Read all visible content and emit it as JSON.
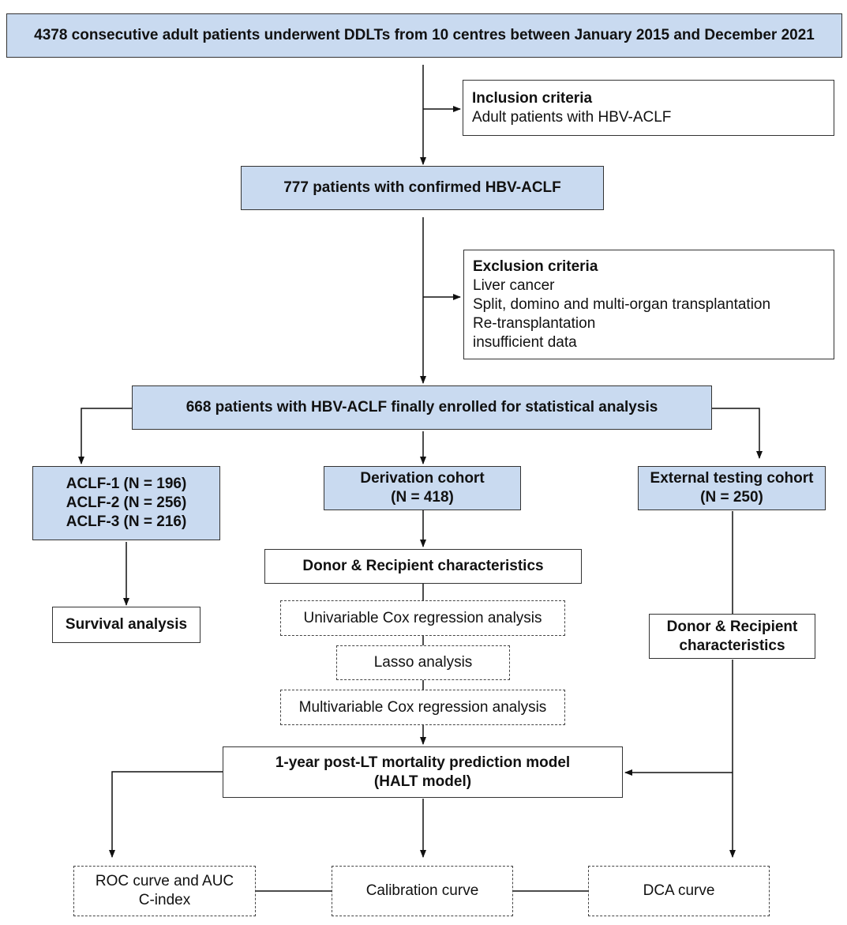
{
  "top": "4378 consecutive adult patients underwent DDLTs from 10 centres between January 2015 and December 2021",
  "inclusion": {
    "title": "Inclusion criteria",
    "items": [
      "Adult patients with HBV-ACLF"
    ]
  },
  "confirmed": "777 patients with confirmed HBV-ACLF",
  "exclusion": {
    "title": "Exclusion criteria",
    "items": [
      "Liver cancer",
      "Split, domino and multi-organ transplantation",
      "Re-transplantation",
      "insufficient data"
    ]
  },
  "enrolled": "668 patients with HBV-ACLF finally enrolled for statistical analysis",
  "aclf": [
    "ACLF-1 (N = 196)",
    "ACLF-2 (N = 256)",
    "ACLF-3 (N = 216)"
  ],
  "derivation": [
    "Derivation cohort",
    "(N = 418)"
  ],
  "external": [
    "External testing cohort",
    "(N = 250)"
  ],
  "survival": "Survival analysis",
  "donor_recipient": "Donor & Recipient characteristics",
  "donor_recipient_ext": [
    "Donor & Recipient",
    "characteristics"
  ],
  "univariable": "Univariable Cox regression analysis",
  "lasso": "Lasso analysis",
  "multivariable": "Multivariable Cox regression analysis",
  "model": [
    "1-year post-LT mortality prediction model",
    "(HALT model)"
  ],
  "roc": [
    "ROC curve and AUC",
    "C-index"
  ],
  "calibration": "Calibration curve",
  "dca": "DCA curve"
}
